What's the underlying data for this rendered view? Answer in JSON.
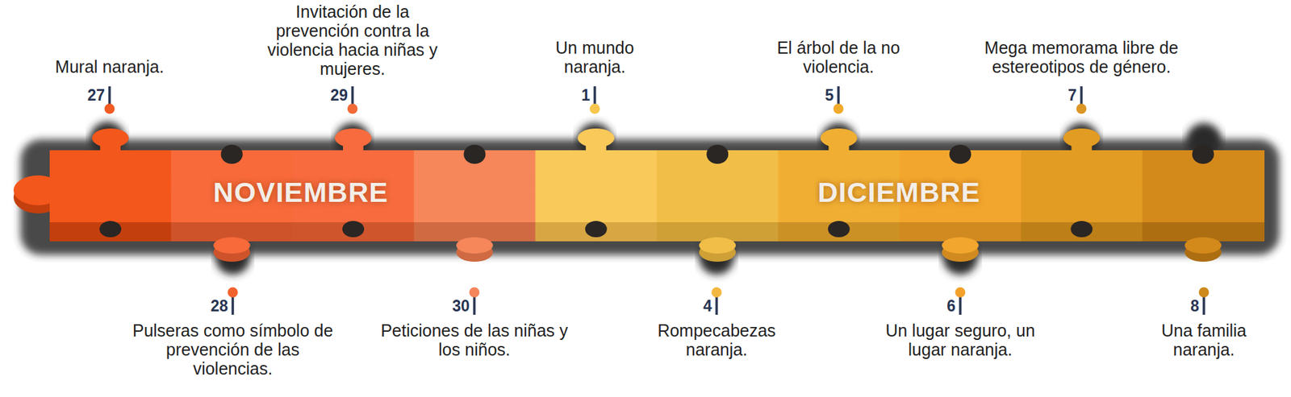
{
  "diagram": {
    "nodes": [
      {
        "text": [
          "NOVIEMBRE"
        ]
      },
      {
        "text": [
          "DICIEMBRE"
        ]
      }
    ],
    "labels": [
      "27",
      "Mural naranja.",
      "28",
      "Pulseras como símbolo de prevención de las violencias.",
      "29",
      "Invitación de la prevención contra la violencia hacia niñas y mujeres.",
      "30",
      "Peticiones de las niñas y los niños.",
      "1",
      "Un mundo naranja.",
      "4",
      "Rompecabezas naranja.",
      "5",
      "El árbol de la no violencia.",
      "6",
      "Un lugar seguro, un lugar naranja.",
      "7",
      "Mega memorama libre de estereotipos de género.",
      "8",
      "Una familia naranja."
    ]
  }
}
